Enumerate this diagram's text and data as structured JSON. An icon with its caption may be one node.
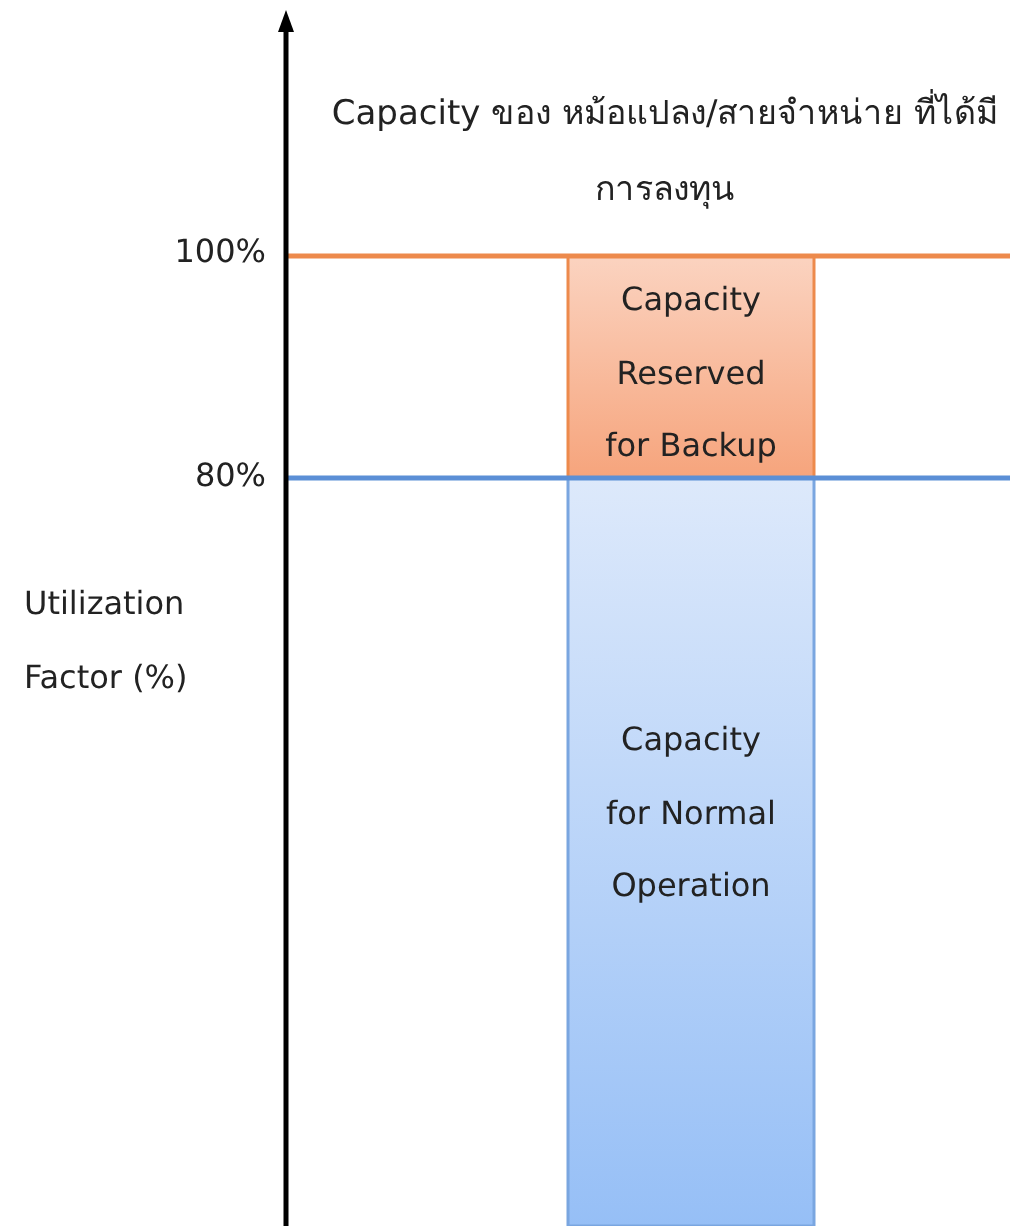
{
  "diagram": {
    "title": "Capacity ของ หม้อแปลง/สายจำหน่าย ที่ได้มีการลงทุน",
    "nodes": [
      {
        "text": [
          "Capacity Reserved for Backup"
        ]
      },
      {
        "text": [
          "Capacity for Normal Operation"
        ]
      }
    ],
    "labels": [
      "100%",
      "80%",
      "Utilization Factor (%)"
    ]
  }
}
